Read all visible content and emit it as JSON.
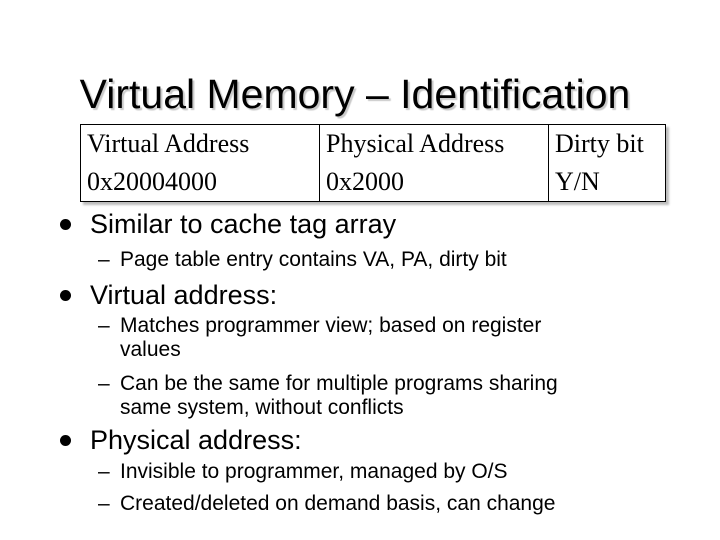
{
  "title": "Virtual Memory – Identification",
  "table": {
    "rows": [
      [
        "Virtual Address",
        "Physical Address",
        "Dirty bit"
      ],
      [
        "0x20004000",
        "0x2000",
        "Y/N"
      ]
    ]
  },
  "bullets": [
    {
      "text": "Similar to cache tag array",
      "subs": [
        [
          "Page table entry contains VA, PA, dirty bit"
        ]
      ]
    },
    {
      "text": "Virtual address:",
      "subs": [
        [
          "Matches programmer view; based on register",
          "values"
        ],
        [
          "Can be the same for multiple programs sharing",
          "same system, without conflicts"
        ]
      ]
    },
    {
      "text": "Physical address:",
      "subs": [
        [
          "Invisible to programmer, managed by O/S"
        ],
        [
          "Created/deleted on demand basis, can change"
        ]
      ]
    }
  ],
  "dash_glyph": "–"
}
